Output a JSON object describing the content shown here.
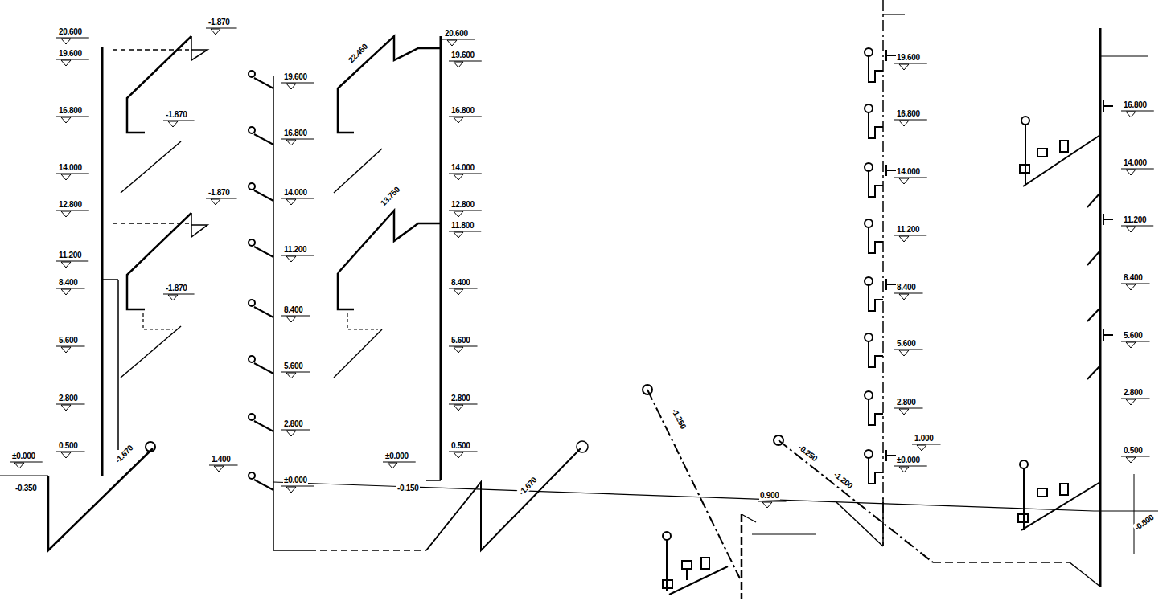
{
  "diagram": {
    "labels": [
      "20.600",
      "19.600",
      "16.800",
      "14.000",
      "12.800",
      "11.200",
      "8.400",
      "5.600",
      "2.800",
      "0.500",
      "±0.000",
      "-0.350",
      "-1.870",
      "-1.870",
      "-1.870",
      "-1.870",
      "-1.670",
      "19.600",
      "16.800",
      "14.000",
      "11.200",
      "8.400",
      "5.600",
      "2.800",
      "±0.000",
      "1.400",
      "20.600",
      "19.600",
      "16.800",
      "14.000",
      "12.800",
      "11.800",
      "8.400",
      "5.600",
      "2.800",
      "0.500",
      "±0.000",
      "-0.150",
      "22.450",
      "13.750",
      "-1.670",
      "-1.250",
      "0.900",
      "-0.250",
      "-1.200",
      "19.600",
      "16.800",
      "14.000",
      "11.200",
      "8.400",
      "5.600",
      "2.800",
      "1.000",
      "±0.000",
      "16.800",
      "14.000",
      "11.200",
      "8.400",
      "5.600",
      "2.800",
      "0.500",
      "-0.800"
    ]
  }
}
